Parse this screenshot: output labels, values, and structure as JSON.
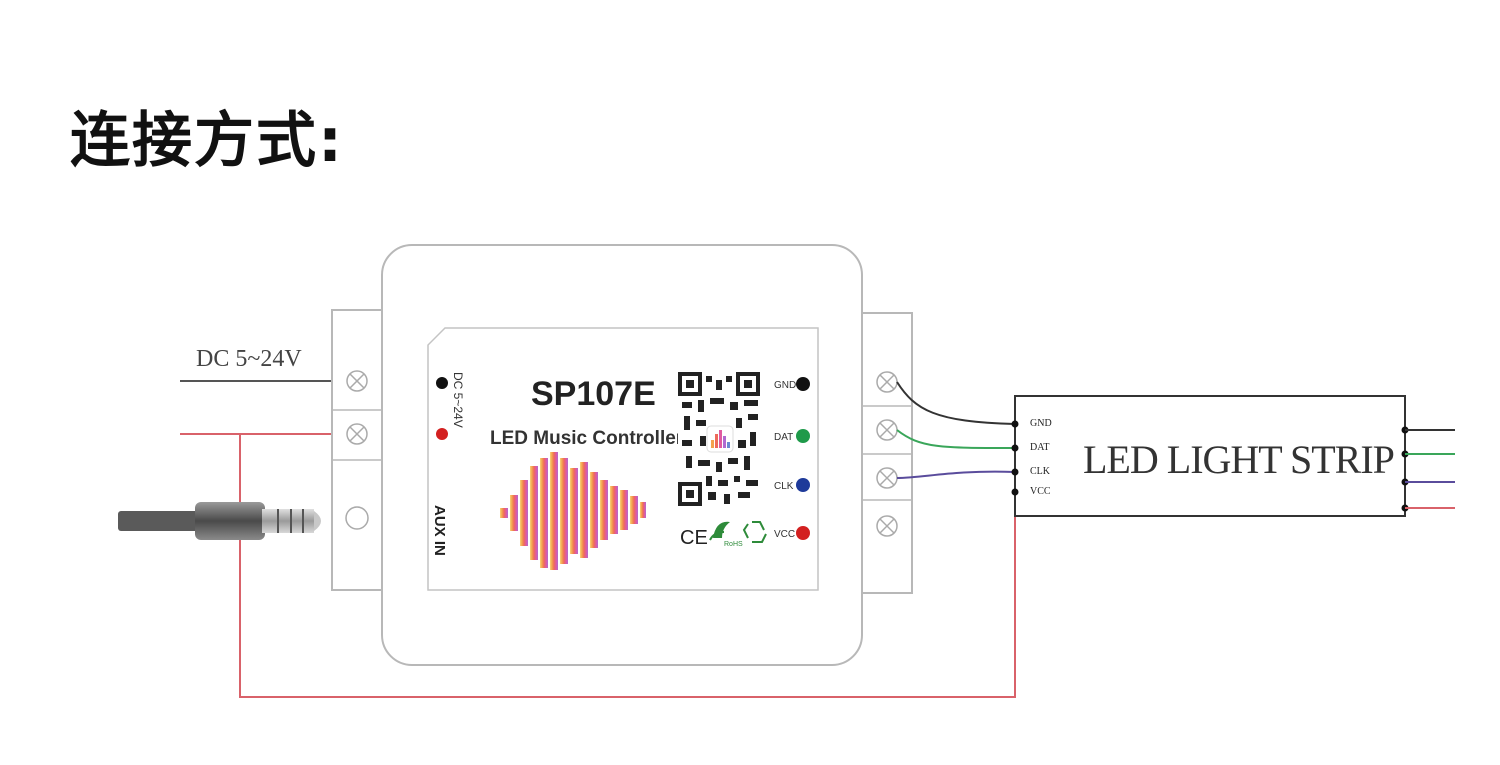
{
  "title": "连接方式:",
  "power_label": "DC 5~24V",
  "controller": {
    "model": "SP107E",
    "subtitle": "LED Music Controller",
    "side_power_label": "DC 5~24V",
    "side_aux_label": "AUX IN",
    "ports": [
      "GND",
      "DAT",
      "CLK",
      "VCC"
    ],
    "certifications": [
      "CE",
      "RoHS"
    ]
  },
  "strip": {
    "label": "LED LIGHT STRIP",
    "pins": [
      "GND",
      "DAT",
      "CLK",
      "VCC"
    ]
  },
  "colors": {
    "gnd_wire": "#333333",
    "dat_wire": "#3aa65a",
    "clk_wire": "#5a4c9c",
    "vcc_wire": "#d9626a",
    "port_gnd": "#111111",
    "port_dat": "#1f9a4a",
    "port_clk": "#1e3a9a",
    "port_vcc": "#d32020",
    "outline": "#b8b8b8"
  }
}
